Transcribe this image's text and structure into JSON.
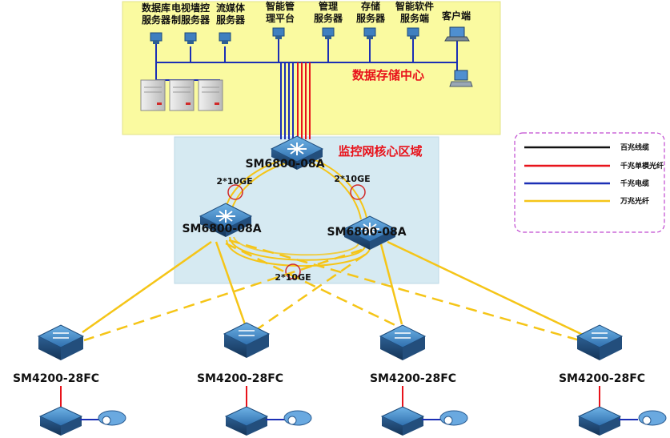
{
  "servers": [
    {
      "line1": "数据库",
      "line2": "服务器"
    },
    {
      "line1": "电视墙控",
      "line2": "制服务器"
    },
    {
      "line1": "流媒体",
      "line2": "服务器"
    },
    {
      "line1": "智能管",
      "line2": "理平台"
    },
    {
      "line1": "管理",
      "line2": "服务器"
    },
    {
      "line1": "存储",
      "line2": "服务器"
    },
    {
      "line1": "智能软件",
      "line2": "服务端"
    },
    {
      "line1": "客户端",
      "line2": ""
    }
  ],
  "zones": {
    "data_center": "数据存储中心",
    "core": "监控网核心区域"
  },
  "devices": {
    "core_top": "SM6800-08A",
    "core_left": "SM6800-08A",
    "core_right": "SM6800-08A",
    "access": [
      "SM4200-28FC",
      "SM4200-28FC",
      "SM4200-28FC",
      "SM4200-28FC"
    ]
  },
  "links": {
    "top_left": "2*10GE",
    "top_right": "2*10GE",
    "bottom": "2*10GE"
  },
  "legend": {
    "items": [
      {
        "label": "百兆线缆",
        "color": "#111111"
      },
      {
        "label": "千兆单模光纤",
        "color": "#e8131b"
      },
      {
        "label": "千兆电缆",
        "color": "#1b2fb5"
      },
      {
        "label": "万兆光纤",
        "color": "#f5c518"
      }
    ]
  },
  "colors": {
    "data_center_bg": "#fafaa0",
    "core_bg": "#d6eaf2",
    "fiber_10g": "#f5c518",
    "fiber_1g": "#e8131b",
    "cable_1g": "#1b2fb5",
    "label_red": "#e8131b"
  }
}
